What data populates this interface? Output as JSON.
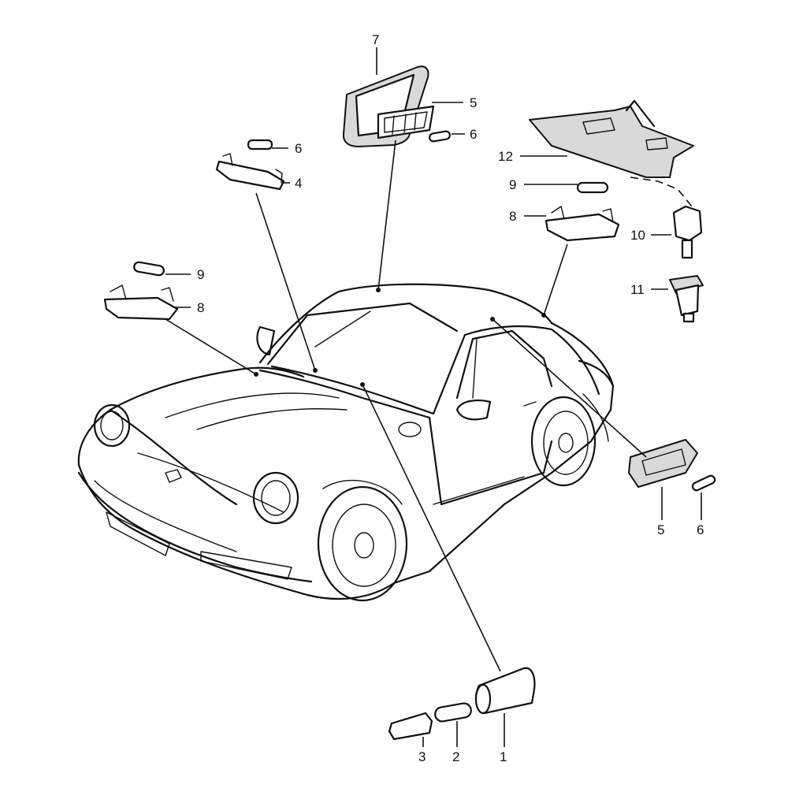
{
  "diagram": {
    "callouts": [
      {
        "id": "c7",
        "label": "7"
      },
      {
        "id": "c5a",
        "label": "5"
      },
      {
        "id": "c6a",
        "label": "6"
      },
      {
        "id": "c6b",
        "label": "6"
      },
      {
        "id": "c4",
        "label": "4"
      },
      {
        "id": "c12",
        "label": "12"
      },
      {
        "id": "c9a",
        "label": "9"
      },
      {
        "id": "c8a",
        "label": "8"
      },
      {
        "id": "c10",
        "label": "10"
      },
      {
        "id": "c11",
        "label": "11"
      },
      {
        "id": "c9b",
        "label": "9"
      },
      {
        "id": "c8b",
        "label": "8"
      },
      {
        "id": "c5b",
        "label": "5"
      },
      {
        "id": "c6c",
        "label": "6"
      },
      {
        "id": "c3",
        "label": "3"
      },
      {
        "id": "c2",
        "label": "2"
      },
      {
        "id": "c1",
        "label": "1"
      }
    ]
  }
}
